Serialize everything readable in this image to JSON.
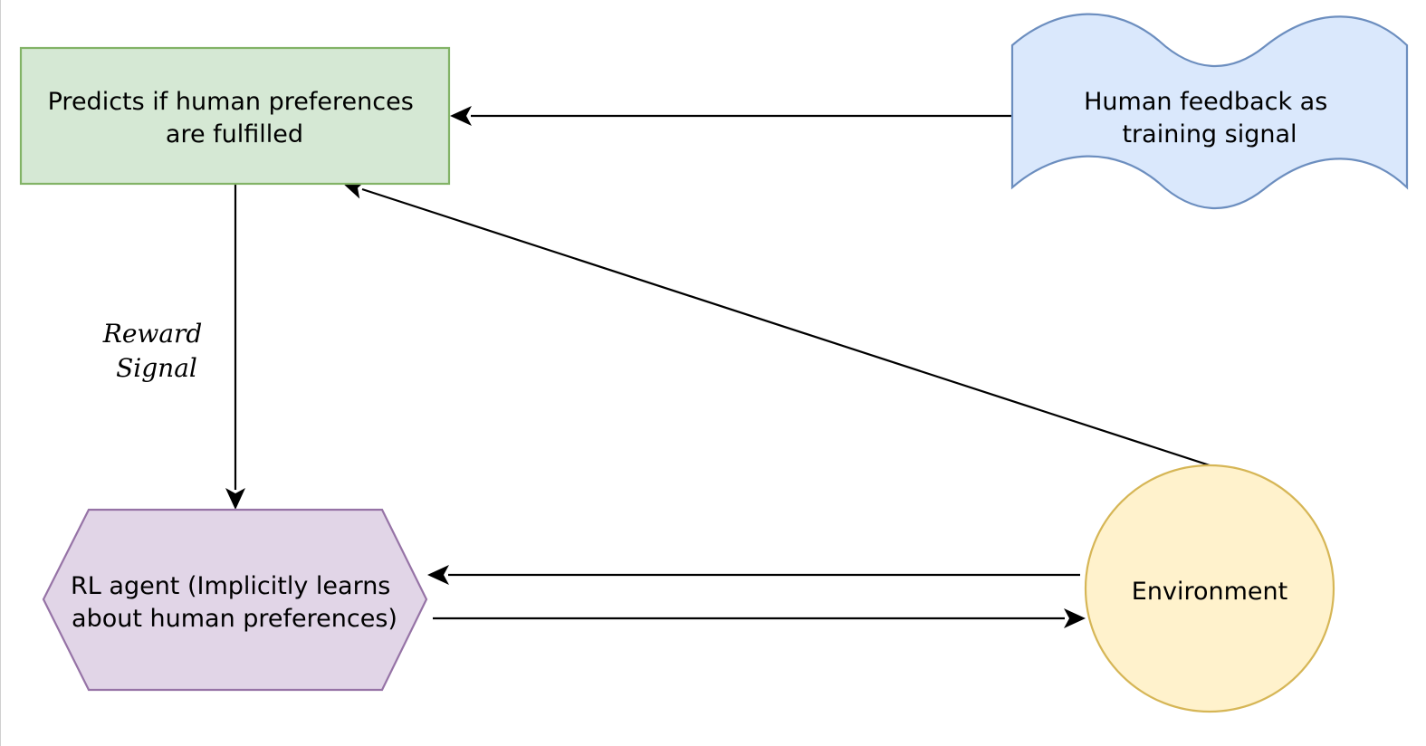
{
  "diagram": {
    "colors": {
      "reward_model_fill": "#d5e8d4",
      "reward_model_stroke": "#82b366",
      "feedback_fill": "#dae8fc",
      "feedback_stroke": "#6c8ebf",
      "agent_fill": "#e1d5e7",
      "agent_stroke": "#9673a6",
      "environment_fill": "#fff2cc",
      "environment_stroke": "#d6b656",
      "edge": "#000000"
    },
    "nodes": {
      "reward_model": {
        "shape": "rectangle",
        "lines": [
          "Predicts if human preferences",
          "are fulfilled"
        ]
      },
      "human_feedback": {
        "shape": "tape",
        "lines": [
          "Human feedback as",
          "training signal"
        ]
      },
      "rl_agent": {
        "shape": "hexagon",
        "lines": [
          "RL agent (Implicitly learns",
          "about human preferences)"
        ]
      },
      "environment": {
        "shape": "ellipse",
        "lines": [
          "Environment"
        ]
      }
    },
    "edges": {
      "reward_signal": {
        "from": "reward_model",
        "to": "rl_agent",
        "label_lines": [
          "Reward",
          "Signal"
        ]
      },
      "feedback_to_model": {
        "from": "human_feedback",
        "to": "reward_model"
      },
      "environment_to_model": {
        "from": "environment",
        "to": "reward_model"
      },
      "environment_to_agent": {
        "from": "environment",
        "to": "rl_agent"
      },
      "agent_to_environment": {
        "from": "rl_agent",
        "to": "environment"
      }
    }
  }
}
